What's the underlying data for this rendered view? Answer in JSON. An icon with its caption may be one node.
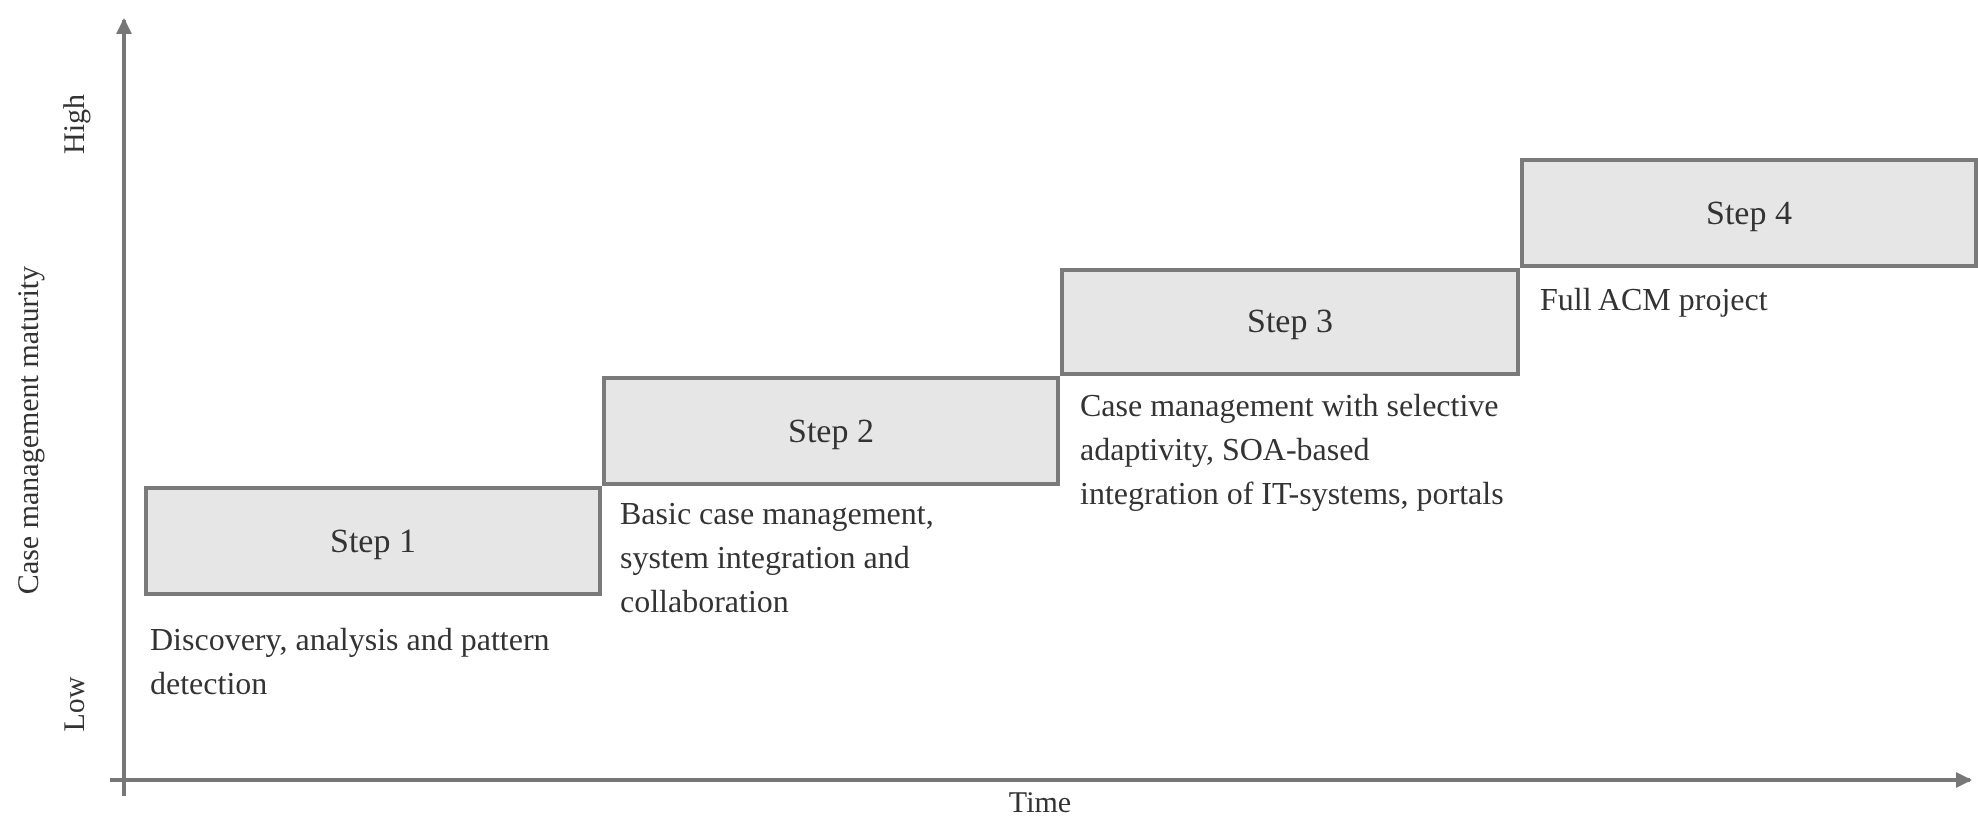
{
  "diagram": {
    "nodes": [
      {
        "text": [
          "Step 1"
        ],
        "beside": [
          "Discovery, analysis and pattern detection"
        ]
      },
      {
        "text": [
          "Step 2"
        ],
        "beside": [
          "Basic case management, system integration and collaboration"
        ]
      },
      {
        "text": [
          "Step 3"
        ],
        "beside": [
          "Case management with selective adaptivity, SOA-based integration of IT-systems, portals"
        ]
      },
      {
        "text": [
          "Step 4"
        ],
        "beside": [
          "Full ACM project"
        ]
      }
    ],
    "edges": [],
    "labels": [
      "High",
      "Case management maturity",
      "Low",
      "Time"
    ]
  }
}
